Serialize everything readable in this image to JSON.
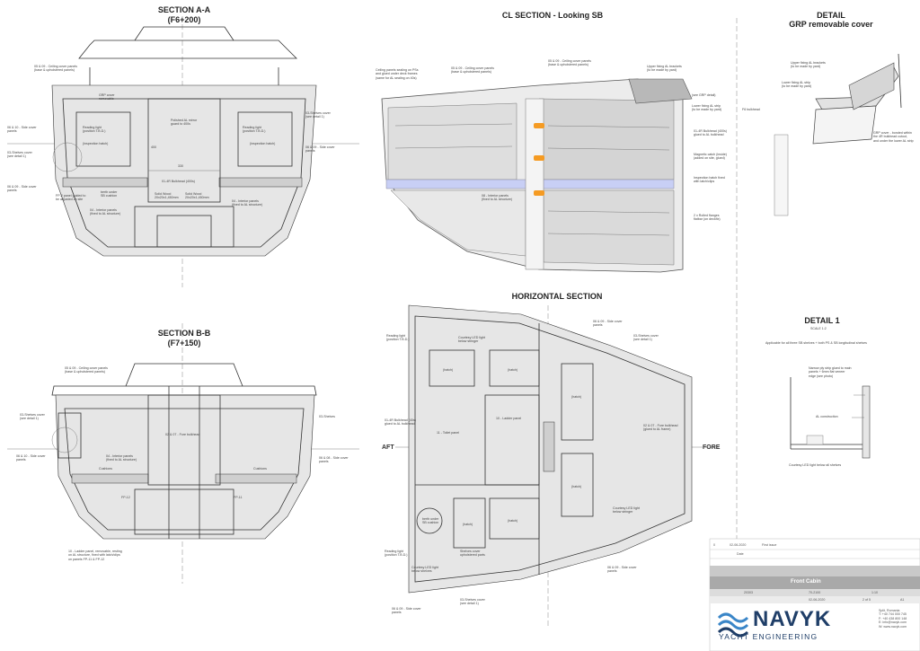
{
  "titles": {
    "section_aa": "SECTION A-A",
    "section_aa_sub": "(F6+200)",
    "cl_section": "CL SECTION - Looking SB",
    "detail_grp": "DETAIL",
    "detail_grp_sub": "GRP removable cover",
    "section_bb": "SECTION B-B",
    "section_bb_sub": "(F7+150)",
    "horizontal": "HORIZONTAL SECTION",
    "detail1": "DETAIL 1",
    "detail1_scale": "SCALE 1:2",
    "detail1_note": "Applicable for all three SB shelves + both PS & SB longitudinal shelves"
  },
  "labels_aa": {
    "ceiling": "05 & 09 - Ceiling cover panels\n(base & upholstered panels)",
    "grp": "GRP cover\nremovable",
    "reading_l": "Reading light\n(position T.B.D.)",
    "inspection_l": "(inspection hatch)",
    "reading_r": "Reading light\n(position T.B.D.)",
    "inspection_r": "(inspection hatch)",
    "side_cover_l": "06 & 10 - Side cover\npanels",
    "shelves_cover_l": "03-Shelves cover\n(see detail 1)",
    "side_cover_l2": "06 & 09 - Side cover\npanels",
    "polished": "Polished AL mirror\nguard to 400s",
    "bulkhead": "01-4R Bulkhead (400s)",
    "door_l": "Solid Wood\n20x20x1,450mm",
    "door_r": "Solid Wood\n20x20x1,450mm",
    "fp": "FP-2 panel guided to\nbe adjusted on site",
    "berth": "berth under\nSB cushion",
    "interior_l": "04 - Interior panels\n(fixed to AL structure)",
    "interior_r": "04 - Interior panels\n(fixed to AL structure)",
    "shelves_r": "03-Shelves cover\n(see detail 1)",
    "side_r": "06 & 09 - Side cover\npanels",
    "dim_1": "330",
    "dim_2": "400"
  },
  "labels_cl": {
    "ceiling_a": "Ceiling panels sealing on PSs\nand glued under deck frames\n(same for AL sealing on 40s)",
    "ceiling_b": "05 & 09 - Ceiling cover panels\n(base & upholstered panels)",
    "ceiling_c": "05 & 09 - Ceiling cover panels\n(base & upholstered panels)",
    "upper_fix": "Upper fixing AL brackets\n(to be made by yard)",
    "grp_detail": "(see GRP detail)",
    "lower_fix": "Lower fixing AL strip\n(to be made by yard)",
    "f6": "F6 bulkhead",
    "bulkhead": "01-4R Bulkhead (400s)\nglued to AL bulkhead",
    "magnetic": "Magnetic catch (inside)\n(added on site, glued)",
    "inspection": "Inspection hatch fixed\nwith latch/clips",
    "ladder": "08 - Interior panels\n(fixed to AL structure)",
    "fixings": "2 x Rolled flanges\nflatbar (on deckfix)"
  },
  "labels_grp": {
    "upper": "Upper fixing AL brackets\n(to be made by yard)",
    "lower": "Lower fixing AL strip\n(to be made by yard)",
    "grp": "GRP cover - bonded within\nthe 4R bulkhead cutout,\nand under the lower AL strip"
  },
  "labels_bb": {
    "ceiling": "05 & 09 - Ceiling cover panels\n(base & upholstered panels)",
    "shelves_l": "03-Shelves cover\n(see detail 1)",
    "side_l": "06 & 10 - Side cover\npanels",
    "fore": "02 & 07 - Fore bulkhead",
    "interior": "04 - Interior panels\n(fixed to AL structure)",
    "cushions_l": "Cushions",
    "cushions_r": "Cushions",
    "shelves_r": "03-Shelves",
    "side_r": "06 & 08 - Side cover\npanels",
    "fp12": "FP-12",
    "fp11": "FP-11",
    "ladder": "10 - Ladder panel, removable, resting\non AL structure, fixed with latch/clips\non panels FP-11 & FP-12"
  },
  "labels_h": {
    "aft": "AFT",
    "fore": "FORE",
    "reading_top": "Reading light\n(position T.B.D.)",
    "courtesy_top": "Courtesy LED light\nbelow stringer",
    "side_top": "06 & 09 - Side cover\npanels",
    "shelves_top": "03-Shelves cover\n(see detail 1)",
    "bulkhead": "01-4R Bulkhead (40s)\nglued to AL bulkhead",
    "toilet": "11 - Toilet panel",
    "ladder": "10 - Ladder panel",
    "fore_bh": "02 & 07 - Fore bulkhead\n(glued to AL frame)",
    "hatch_a": "(hatch)",
    "hatch_b": "(hatch)",
    "hatch_c": "(hatch)",
    "hatch_d": "(hatch)",
    "hatch_e": "(hatch)",
    "hatch_f": "(hatch)",
    "berth": "berth under\nSB cushion",
    "courtesy_r": "Courtesy LED light\nbelow stringer",
    "reading_bot": "Reading light\n(position T.B.D.)",
    "courtesy_bot": "Courtesy LED light\nbelow shelves",
    "shelves_bot": "Shelves cover\nupholstered parts",
    "side_bot_r": "06 & 09 - Side cover\npanels",
    "side_bot_l": "06 & 09 - Side cover\npanels",
    "shelves_bot2": "03-Shelves cover\n(see detail 1)"
  },
  "labels_d1": {
    "ms": "Narrow ply strip glued to main\npanels + 6mm flat veneer\nedge (see photo)",
    "al": "AL construction",
    "courtesy": "Courtesy LED light below all shelves"
  },
  "title_block": {
    "rev": "0",
    "date": "02-06-2020",
    "desc": "First issue",
    "date_hdr": "Date",
    "drawing": "Front Cabin",
    "project": "20303",
    "number": "70-2100",
    "scale": "1:10",
    "issue_date": "02-06-2020",
    "sheet": "2 of 5",
    "format": "A1",
    "company": "NAVYK",
    "subtitle": "YACHT ENGINEERING",
    "address": "Split, Romania\nT: +40 744 000 745\nF: +40 438 800 148\nE: info@navyk.com\nW: www.navyk.com"
  },
  "colors": {
    "brand_blue": "#3a86c8",
    "brand_navy": "#1f3e68",
    "orange": "#f59b23",
    "light_blue": "#c8cff5"
  }
}
